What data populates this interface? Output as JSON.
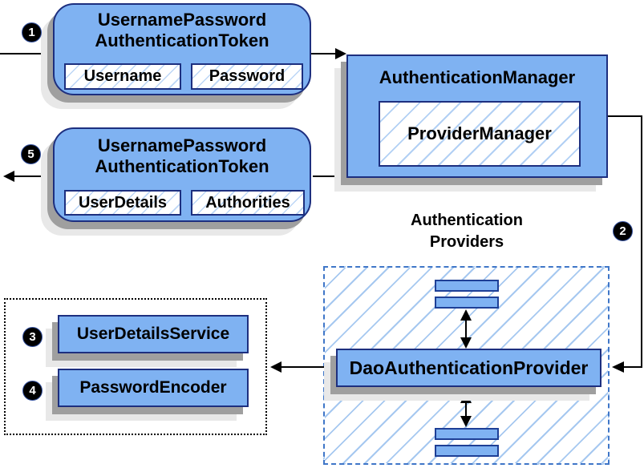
{
  "colors": {
    "node_fill": "#7FB2F2",
    "node_border": "#1D2F7F",
    "hatch_line_light": "#BCD6F6",
    "hatch_line_container": "#A6C8F0",
    "providers_dashed_border": "#3F76C8",
    "services_dotted_border": "#000000",
    "shadow_dark": "#9F9F9F",
    "shadow_light": "#E8E8E8",
    "connector": "#000000",
    "badge_bg": "#000000",
    "badge_text": "#FFFFFF"
  },
  "badges": {
    "step1": "1",
    "step2": "2",
    "step3": "3",
    "step4": "4",
    "step5": "5"
  },
  "nodes": {
    "request_token": {
      "title_line1": "UsernamePassword",
      "title_line2": "AuthenticationToken",
      "field_username": "Username",
      "field_password": "Password"
    },
    "authentication_manager": {
      "title": "AuthenticationManager",
      "provider_manager": "ProviderManager"
    },
    "response_token": {
      "title_line1": "UsernamePassword",
      "title_line2": "AuthenticationToken",
      "field_user_details": "UserDetails",
      "field_authorities": "Authorities"
    },
    "providers_group": {
      "label_line1": "Authentication",
      "label_line2": "Providers"
    },
    "dao_authentication_provider": {
      "label": "DaoAuthenticationProvider"
    },
    "user_details_service": {
      "label": "UserDetailsService"
    },
    "password_encoder": {
      "label": "PasswordEncoder"
    }
  }
}
